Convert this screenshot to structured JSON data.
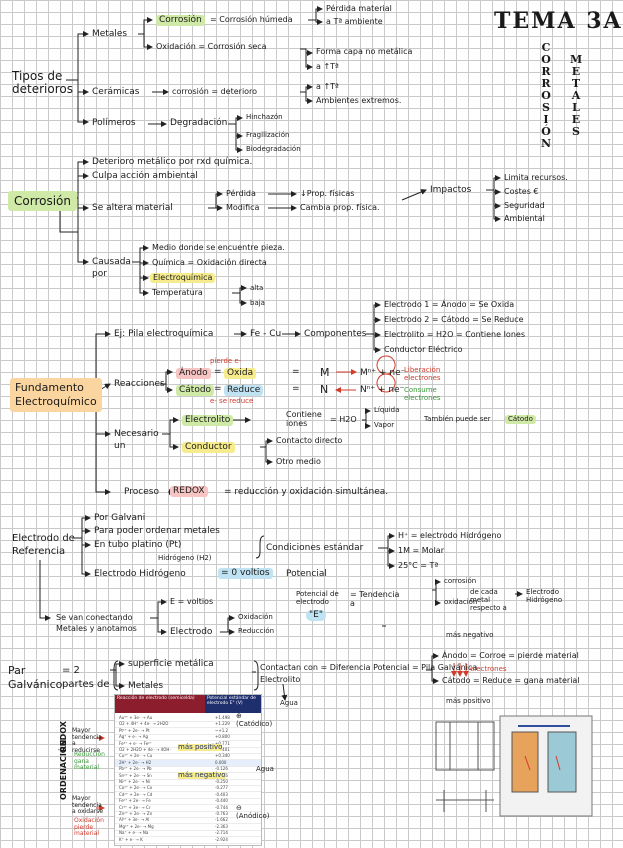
{
  "colors": {
    "green_hl": "#cfe9a6",
    "orange_hl": "#fbd5a0",
    "yellow_hl": "#f6ec8d",
    "blue_hl": "#bfe3f2",
    "red_hl": "#f7c4c4",
    "table_red": "#8b1d2c",
    "table_navy": "#1f2f6e",
    "annotation_red": "#d23a2a"
  },
  "title": {
    "main": "TEMA 3A",
    "v1": "CORROSIÓN",
    "v2": "METALES"
  },
  "s1": {
    "root": "Tipos de deterioros",
    "metales": "Metales",
    "corrosion": "Corrosión",
    "corrosion_def": "= Corrosión húmeda",
    "corr_1": "Pérdida material",
    "corr_2": "a Tª ambiente",
    "oxidacion": "Oxidación = Corrosión seca",
    "ox_1": "Forma capa no metálica",
    "ox_2": "a ↑Tª",
    "ceramicas": "Cerámicas",
    "cer_mid": "corrosión = deterioro",
    "cer_1": "a ↑Tª",
    "cer_2": "Ambientes extremos.",
    "polimeros": "Polímeros",
    "degradacion": "Degradación",
    "deg_1": "Hinchazón",
    "deg_2": "Fragilización",
    "deg_3": "Biodegradación"
  },
  "s2": {
    "root": "Corrosión",
    "b1": "Deterioro metálico por rxd química.",
    "b2": "Culpa acción ambiental",
    "b3": "Se altera material",
    "perdida": "Pérdida",
    "modifica": "Modifica",
    "prop_fisicas": "↓Prop. físicas",
    "cambia_prop": "Cambia prop. física.",
    "impactos": "Impactos",
    "imp_1": "Limita recursos.",
    "imp_2": "Costes €",
    "imp_3": "Seguridad",
    "imp_4": "Ambiental",
    "causada": "Causada por",
    "c1": "Medio donde se encuentre pieza.",
    "c2": "Química = Oxidación directa",
    "c3": "Electroquímica",
    "c4": "Temperatura",
    "c4a": "alta",
    "c4b": "baja"
  },
  "s3": {
    "root": "Fundamento Electroquímico",
    "ej": "Ej: Pila electroquímica",
    "fecu": "Fe - Cu",
    "componentes": "Componentes",
    "comp_1": "Electrodo 1 = Ánodo = Se Oxida",
    "comp_2": "Electrodo 2 = Cátodo = Se Reduce",
    "comp_3": "Electrolito = H2O = Contiene Iones",
    "comp_4": "Conductor Eléctrico",
    "reacciones": "Reacciones",
    "anodo": "Ánodo",
    "oxida": "Oxida",
    "catodo": "Cátodo",
    "reduce": "Reduce",
    "pierde_e": "pierde e-",
    "se_reduce_e": "e- se reduce",
    "eq1_l": "M",
    "eq1_r": "Mⁿ⁺ + ne⁻",
    "eq2_l": "N",
    "eq2_r": "Nⁿ⁺ + ne⁻",
    "libera_e": "Liberación electrones",
    "consume_e": "Consume electrones",
    "necesario": "Necesario un",
    "electrolito": "Electrolito",
    "contiene_iones": "Contiene iones",
    "h2o": "= H2O",
    "liquida": "Líquida",
    "vapor": "Vapor",
    "tambien": "También puede ser",
    "catodo2": "Cátodo",
    "conductor": "Conductor",
    "contacto": "Contacto directo",
    "otro_medio": "Otro medio",
    "redox_pre": "Proceso",
    "redox": "REDOX",
    "redox_def": "= reducción y oxidación simultánea."
  },
  "s4": {
    "root": "Electrodo de Referencia",
    "b1": "Por Galvani",
    "b2": "Para poder ordenar metales",
    "b3": "En tubo platino (Pt)",
    "b3s": "Hidrógeno (H2)",
    "cond": "Condiciones estándar",
    "cond_1": "H⁺ = electrodo Hidrógeno",
    "cond_2": "1M = Molar",
    "cond_3": "25°C = Tª",
    "b4": "Electrodo Hidrógeno",
    "voltios": "= 0 voltios",
    "potencial": "Potencial",
    "pot_e": "Potencial de electrodo",
    "E": "\"E\"",
    "tendencia": "= Tendencia a",
    "t_corr": "corrosión",
    "t_ox": "oxidación",
    "t_cada": "de cada metal respecto a",
    "t_elec": "Electrodo Hidrógeno",
    "conectando": "Se van conectando Metales y anotamos",
    "ev": "E = voltios",
    "electrodo": "Electrodo",
    "red_ox": "Oxidación",
    "red_red": "Reducción"
  },
  "s5": {
    "par": "Par Galvánico",
    "eq": "= 2 partes de",
    "sup": "superficie metálica",
    "met": "Metales",
    "contactan": "Contactan con = Diferencia Potencial = Pila Galvánica",
    "electrolito": "Electrolito",
    "agua": "Agua",
    "mas_neg": "más negativo",
    "anodo": "Ánodo = Corroe = pierde material",
    "electrones": "electrones",
    "catodo": "Cátodo = Reduce = gana material",
    "mas_pos": "más positivo"
  },
  "table": {
    "head_left": "Reacción de electrodo (semicelda)",
    "head_right": "Potencial estándar de electrodo E° (V)",
    "rows": [
      {
        "l": "Au³⁺ + 3e⁻ → Au",
        "r": "+1.498"
      },
      {
        "l": "O2 + 4H⁺ + 4e⁻ → 2H2O",
        "r": "+1.229"
      },
      {
        "l": "Pt²⁺ + 2e⁻ → Pt",
        "r": "~+1.2"
      },
      {
        "l": "Ag⁺ + e⁻ → Ag",
        "r": "+0.800"
      },
      {
        "l": "Fe³⁺ + e⁻ → Fe²⁺",
        "r": "+0.771"
      },
      {
        "l": "O2 + 2H2O + 4e⁻ → 4OH⁻",
        "r": "+0.401"
      },
      {
        "l": "Cu²⁺ + 2e⁻ → Cu",
        "r": "+0.340"
      },
      {
        "l": "2H⁺ + 2e⁻ → H2",
        "r": "0.000"
      },
      {
        "l": "Pb²⁺ + 2e⁻ → Pb",
        "r": "-0.126"
      },
      {
        "l": "Sn²⁺ + 2e⁻ → Sn",
        "r": "-0.136"
      },
      {
        "l": "Ni²⁺ + 2e⁻ → Ni",
        "r": "-0.250"
      },
      {
        "l": "Co²⁺ + 2e⁻ → Co",
        "r": "-0.277"
      },
      {
        "l": "Cd²⁺ + 2e⁻ → Cd",
        "r": "-0.403"
      },
      {
        "l": "Fe²⁺ + 2e⁻ → Fe",
        "r": "-0.440"
      },
      {
        "l": "Cr³⁺ + 3e⁻ → Cr",
        "r": "-0.744"
      },
      {
        "l": "Zn²⁺ + 2e⁻ → Zn",
        "r": "-0.763"
      },
      {
        "l": "Al³⁺ + 3e⁻ → Al",
        "r": "-1.662"
      },
      {
        "l": "Mg²⁺ + 2e⁻ → Mg",
        "r": "-2.363"
      },
      {
        "l": "Na⁺ + e⁻ → Na",
        "r": "-2.714"
      },
      {
        "l": "K⁺ + e⁻ → K",
        "r": "-2.924"
      }
    ],
    "mas_positivo": "más positivo",
    "mas_negativo": "más negativo",
    "cr_top": "Reducción gana material",
    "cr_bottom": "Oxidación pierde material",
    "side_top": "Mayor tendencia a reducirse",
    "side_bottom": "Mayor tendencia a oxidarse",
    "label_ordenacion": "ORDENACIÓN",
    "label_redox": "REDOX",
    "pos": "⊕ (Catódico)",
    "neg": "⊖ (Anódico)",
    "agua": "Agua"
  }
}
